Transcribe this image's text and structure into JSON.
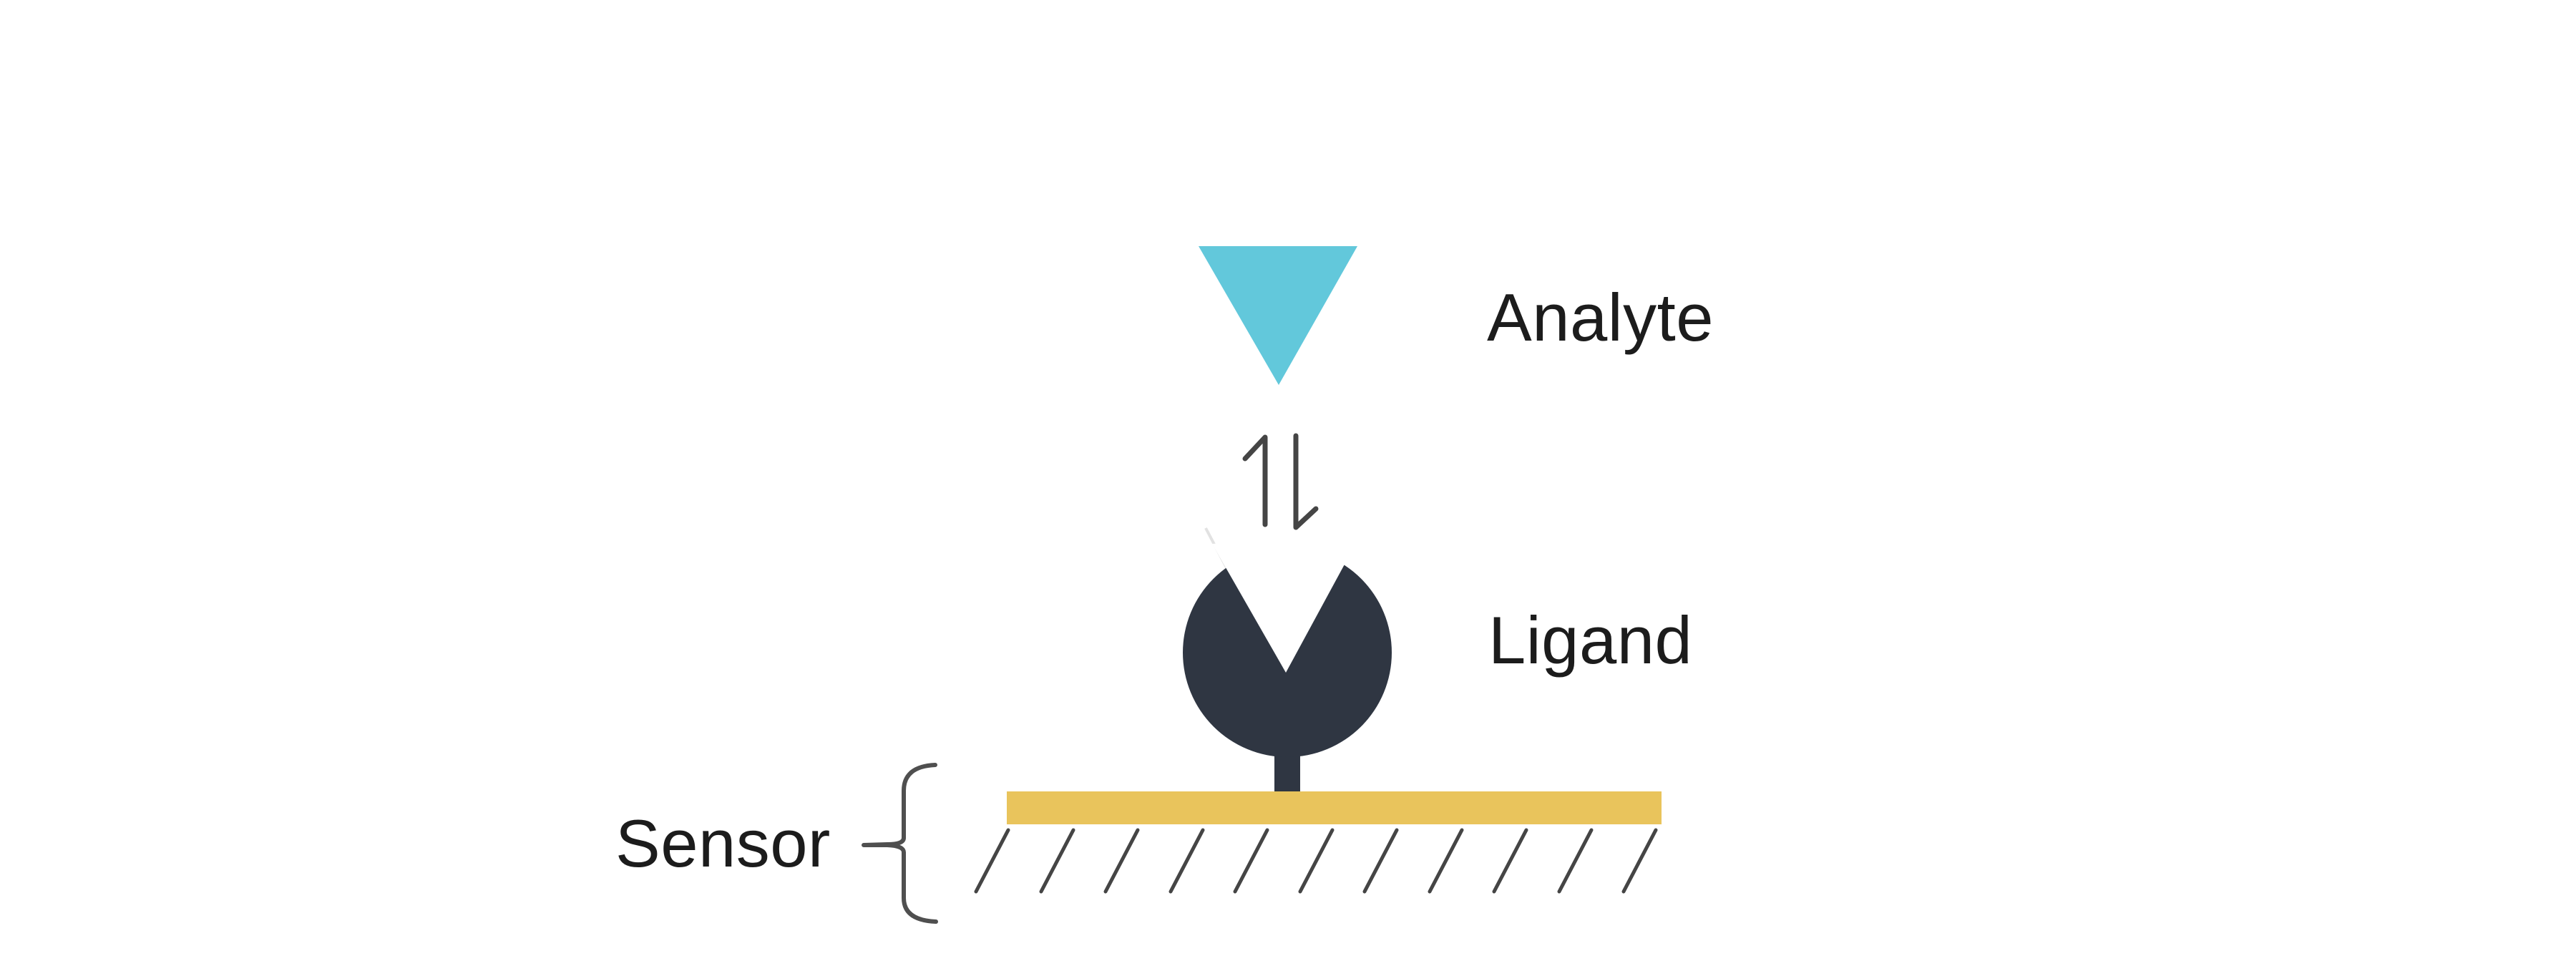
{
  "page": {
    "background": "#ffffff"
  },
  "diagram": {
    "labels": {
      "analyte": "Analyte",
      "ligand": "Ligand",
      "sensor": "Sensor"
    },
    "colors": {
      "analyte": "#62c8db",
      "ligand": "#2f3642",
      "sensor_bar": "#e9c45c",
      "line": "#454545",
      "brace": "#4f4f4f",
      "text": "#1c1c1c",
      "faint_line": "#e2e2e2"
    },
    "shapes": {
      "analyte_marker": "triangle-down",
      "binding_equilibrium": "up-down-arrows",
      "ligand_marker": "notched-circle-on-stem",
      "sensor_surface": "bar-with-diagonal-hatching",
      "sensor_grouping": "curly-brace"
    }
  }
}
